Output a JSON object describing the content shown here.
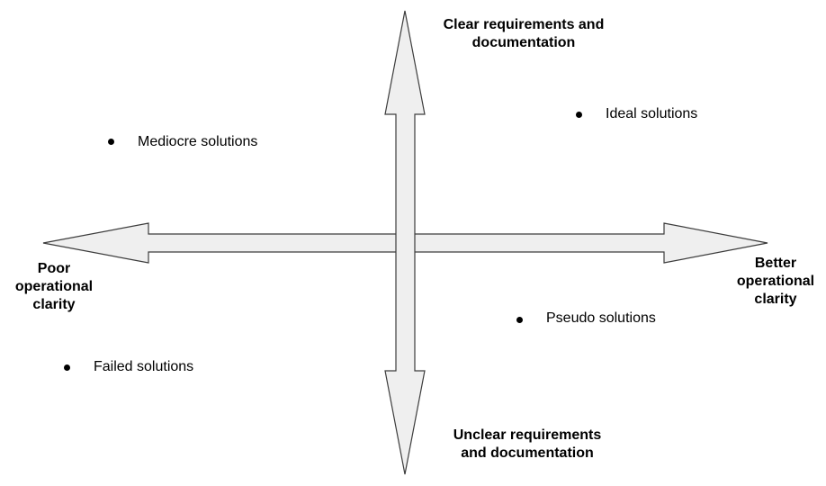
{
  "axes": {
    "top_label": "Clear requirements and\ndocumentation",
    "bottom_label": "Unclear requirements\nand documentation",
    "left_label": "Poor\noperational\nclarity",
    "right_label": "Better\noperational\nclarity"
  },
  "quadrants": {
    "top_left": "Mediocre solutions",
    "top_right": "Ideal solutions",
    "bottom_left": "Failed solutions",
    "bottom_right": "Pseudo solutions"
  },
  "colors": {
    "arrow_fill": "#efefef",
    "arrow_stroke": "#3c3c3c",
    "text": "#000000"
  }
}
